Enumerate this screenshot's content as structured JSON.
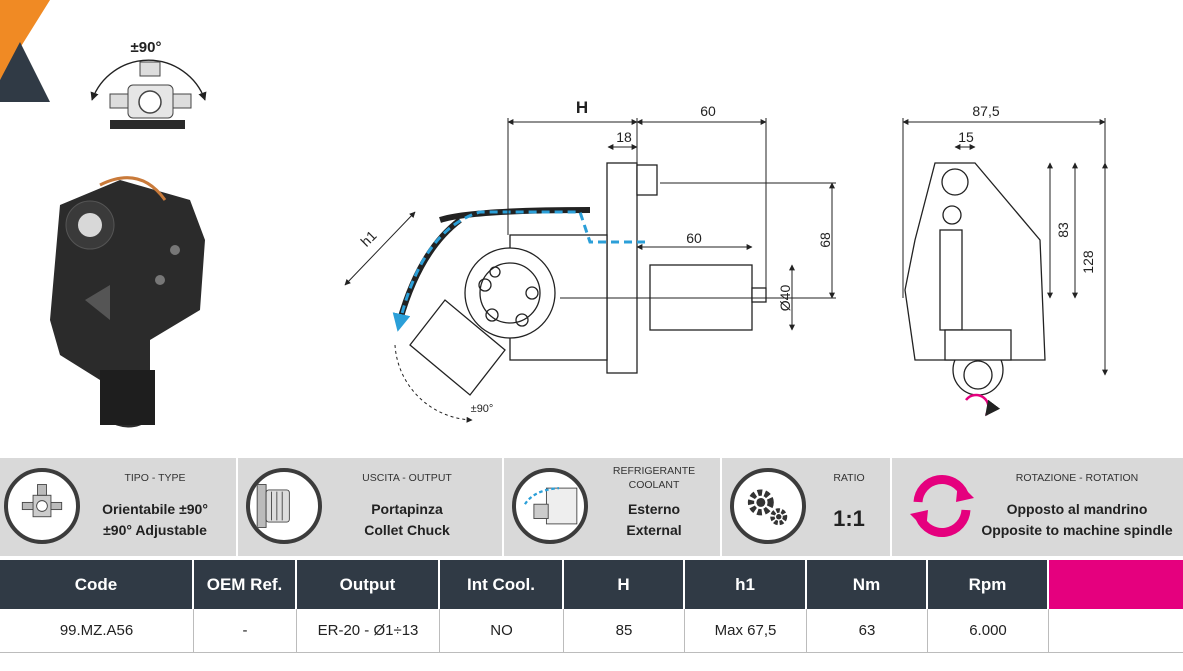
{
  "brand": {
    "accent_orange": "#f08a24",
    "accent_navy": "#303a45",
    "accent_magenta": "#e5007e"
  },
  "drawing": {
    "pivot_label": "±90°",
    "dims": {
      "H": "H",
      "d60_top": "60",
      "d18": "18",
      "d68": "68",
      "d60_inner": "60",
      "d40": "Ø40",
      "h1": "h1",
      "swing": "±90°",
      "d87_5": "87,5",
      "d15": "15",
      "d83": "83",
      "d128": "128"
    }
  },
  "features": [
    {
      "icon": "tool-type-icon",
      "title": [
        "TIPO - TYPE"
      ],
      "value": [
        "Orientabile ±90°",
        "±90° Adjustable"
      ]
    },
    {
      "icon": "collet-output-icon",
      "title": [
        "USCITA - OUTPUT"
      ],
      "value": [
        "Portapinza",
        "Collet Chuck"
      ]
    },
    {
      "icon": "coolant-icon",
      "title": [
        "REFRIGERANTE",
        "COOLANT"
      ],
      "value": [
        "Esterno",
        "External"
      ]
    },
    {
      "icon": "gears-icon",
      "title": [
        "RATIO"
      ],
      "value": [
        "1:1"
      ]
    },
    {
      "icon": "rotation-arrows-icon",
      "title": [
        "ROTAZIONE - ROTATION"
      ],
      "value": [
        "Opposto al mandrino",
        "Opposite to machine spindle"
      ]
    }
  ],
  "table": {
    "headers": [
      "Code",
      "OEM Ref.",
      "Output",
      "Int Cool.",
      "H",
      "h1",
      "Nm",
      "Rpm",
      ""
    ],
    "rows": [
      [
        "99.MZ.A56",
        "-",
        "ER-20 - Ø1÷13",
        "NO",
        "85",
        "Max 67,5",
        "63",
        "6.000",
        ""
      ]
    ]
  }
}
